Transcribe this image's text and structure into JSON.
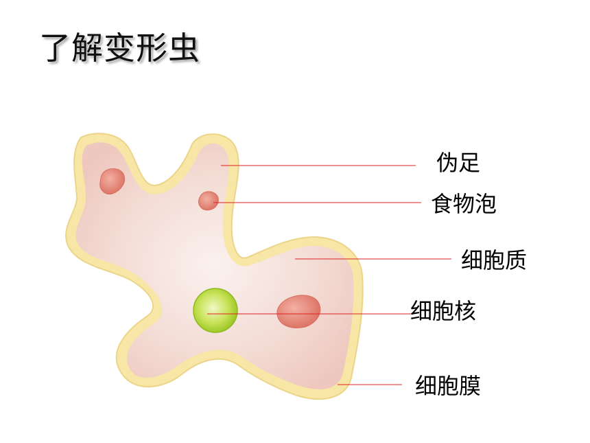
{
  "page": {
    "title": "了解变形虫"
  },
  "diagram": {
    "labels": {
      "pseudopod": "伪足",
      "food_vacuole": "食物泡",
      "cytoplasm": "细胞质",
      "nucleus": "细胞核",
      "cell_membrane": "细胞膜"
    },
    "colors": {
      "membrane": "#f7e7a8",
      "membrane_edge": "#efd98a",
      "cytoplasm": "#f0cfc6",
      "cytoplasm_center": "#fbeeea",
      "food_vacuole": "#e8897a",
      "nucleus": "#b5d838",
      "leader_line": "#e02020"
    }
  }
}
